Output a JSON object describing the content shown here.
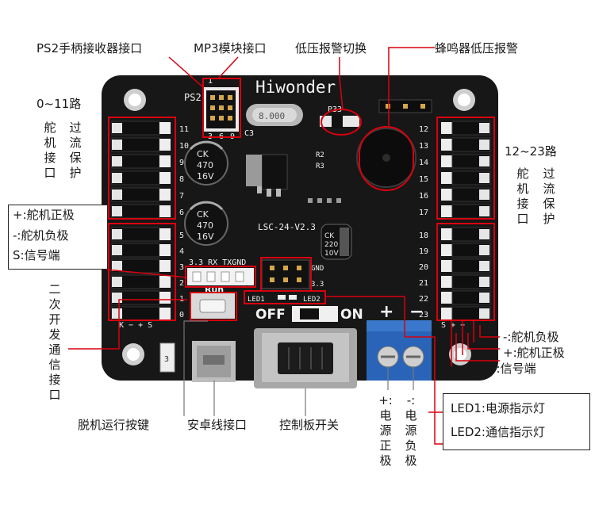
{
  "board": {
    "brand": "Hiwonder",
    "model": "LSC-24-V2.3",
    "ps2_tag": "PS2",
    "p33_tag": "P33",
    "crystal_tag": "8.000",
    "c3_tag": "C3",
    "r2_tag": "R2",
    "r3_tag": "R3",
    "cap1": [
      "CK",
      "470",
      "16V"
    ],
    "cap2": [
      "CK",
      "470",
      "16V"
    ],
    "cap3": [
      "CK",
      "220",
      "10V"
    ],
    "uart_tag": "3.3 RX TXGND",
    "gnd_tag": "GND",
    "v33_tag": "3.3",
    "led1_tag": "LED1",
    "led2_tag": "LED2",
    "run_tag": "Run",
    "off_tag": "OFF",
    "on_tag": "ON",
    "plus_tag": "+",
    "minus_tag": "−",
    "pin_left_bottom": "K  −  +  S",
    "pin_right_bottom": "S  +  −",
    "ps2_pins": [
      "1",
      "3",
      "6",
      "9"
    ],
    "left_numbers": [
      "11",
      "10",
      "9",
      "8",
      "7",
      "6",
      "5",
      "4",
      "3",
      "2",
      "1",
      "0"
    ],
    "right_numbers": [
      "12",
      "13",
      "14",
      "15",
      "16",
      "17",
      "18",
      "19",
      "20",
      "21",
      "22",
      "23"
    ],
    "jack_tag": "3"
  },
  "callouts": {
    "ps2_receiver": "PS2手柄接收器接口",
    "mp3_module": "MP3模块接口",
    "low_voltage_switch": "低压报警切换",
    "buzzer_alarm": "蜂鸣器低压报警",
    "left_range": "0~11路",
    "left_servo": "舵机接口",
    "left_overcurrent": "过流保护",
    "pin_plus": "+:舵机正极",
    "pin_minus": "-:舵机负极",
    "pin_signal": "S:信号端",
    "secondary_dev": "二次开发通信接口",
    "right_range": "12~23路",
    "right_servo": "舵机接口",
    "right_overcurrent": "过流保护",
    "right_minus": "-:舵机负极",
    "right_plus": "+:舵机正极",
    "right_signal": "S:信号端",
    "offline_button": "脱机运行按键",
    "android_port": "安卓线接口",
    "board_switch": "控制板开关",
    "power_positive": "+:电源正极",
    "power_negative": "-:电源负极",
    "led1_desc": "LED1:电源指示灯",
    "led2_desc": "LED2:通信指示灯"
  }
}
